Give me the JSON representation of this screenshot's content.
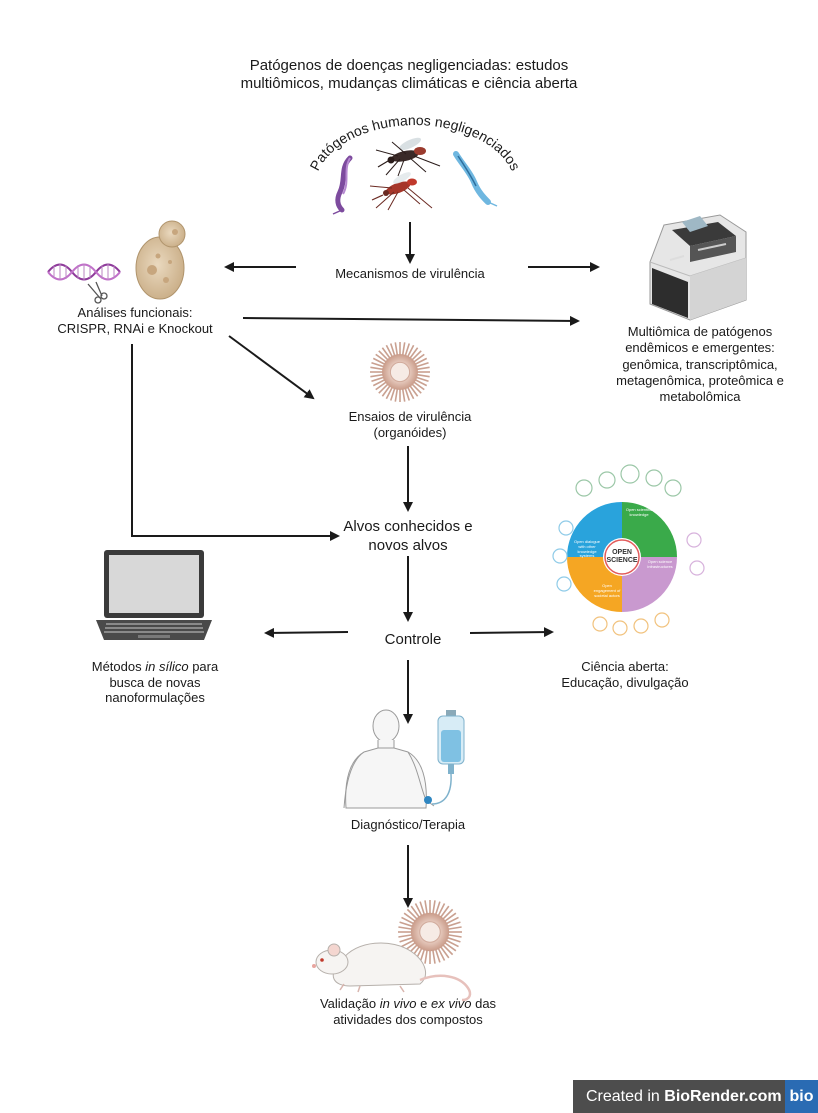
{
  "title": {
    "line1": "Patógenos de doenças negligenciadas: estudos",
    "line2": "multiômicos, mudanças climáticas e ciência aberta"
  },
  "pathogens": {
    "arc_label": "Patógenos humanos negligenciados"
  },
  "nodes": {
    "mechanisms": "Mecanismos de virulência",
    "functional": {
      "line1": "Análises funcionais:",
      "line2": "CRISPR, RNAi e Knockout"
    },
    "multiomics": {
      "line1": "Multiômica de patógenos",
      "line2": "endêmicos e emergentes:",
      "line3": "genômica, transcriptômica,",
      "line4": "metagenômica, proteômica e",
      "line5": "metabolômica"
    },
    "assays": {
      "line1": "Ensaios de virulência",
      "line2": "(organóides)"
    },
    "targets": {
      "line1": "Alvos conhecidos e",
      "line2": "novos alvos"
    },
    "control": "Controle",
    "insilico": {
      "pre": "Métodos ",
      "em": "in sílico",
      "post": " para",
      "line2": "busca de novas",
      "line3": "nanoformulações"
    },
    "openscience": {
      "line1": "Ciência aberta:",
      "line2": "Educação, divulgação"
    },
    "diagnosis": "Diagnóstico/Terapia",
    "validation": {
      "pre": "Validação ",
      "em1": "in vivo",
      "mid": " e ",
      "em2": "ex vivo",
      "post": " das",
      "line2": "atividades dos compostos"
    }
  },
  "open_science_wheel": {
    "center_line1": "OPEN",
    "center_line2": "SCIENCE",
    "segments": [
      {
        "label": "Open scientific knowledge",
        "color": "#3aaa4a"
      },
      {
        "label": "Open science infrastructures",
        "color": "#c999cf"
      },
      {
        "label": "Open engagement of societal actors",
        "color": "#f5a623"
      },
      {
        "label": "Open dialogue with other knowledge systems",
        "color": "#29a3dc"
      }
    ]
  },
  "badge": {
    "prefix": "Created in ",
    "brand": "BioRender.com",
    "logo": "bio"
  },
  "colors": {
    "arrow": "#1a1a1a",
    "organoid": "#d9b4a8",
    "badge_bg": "#4d4d4d",
    "badge_logo": "#2a6bb3"
  }
}
